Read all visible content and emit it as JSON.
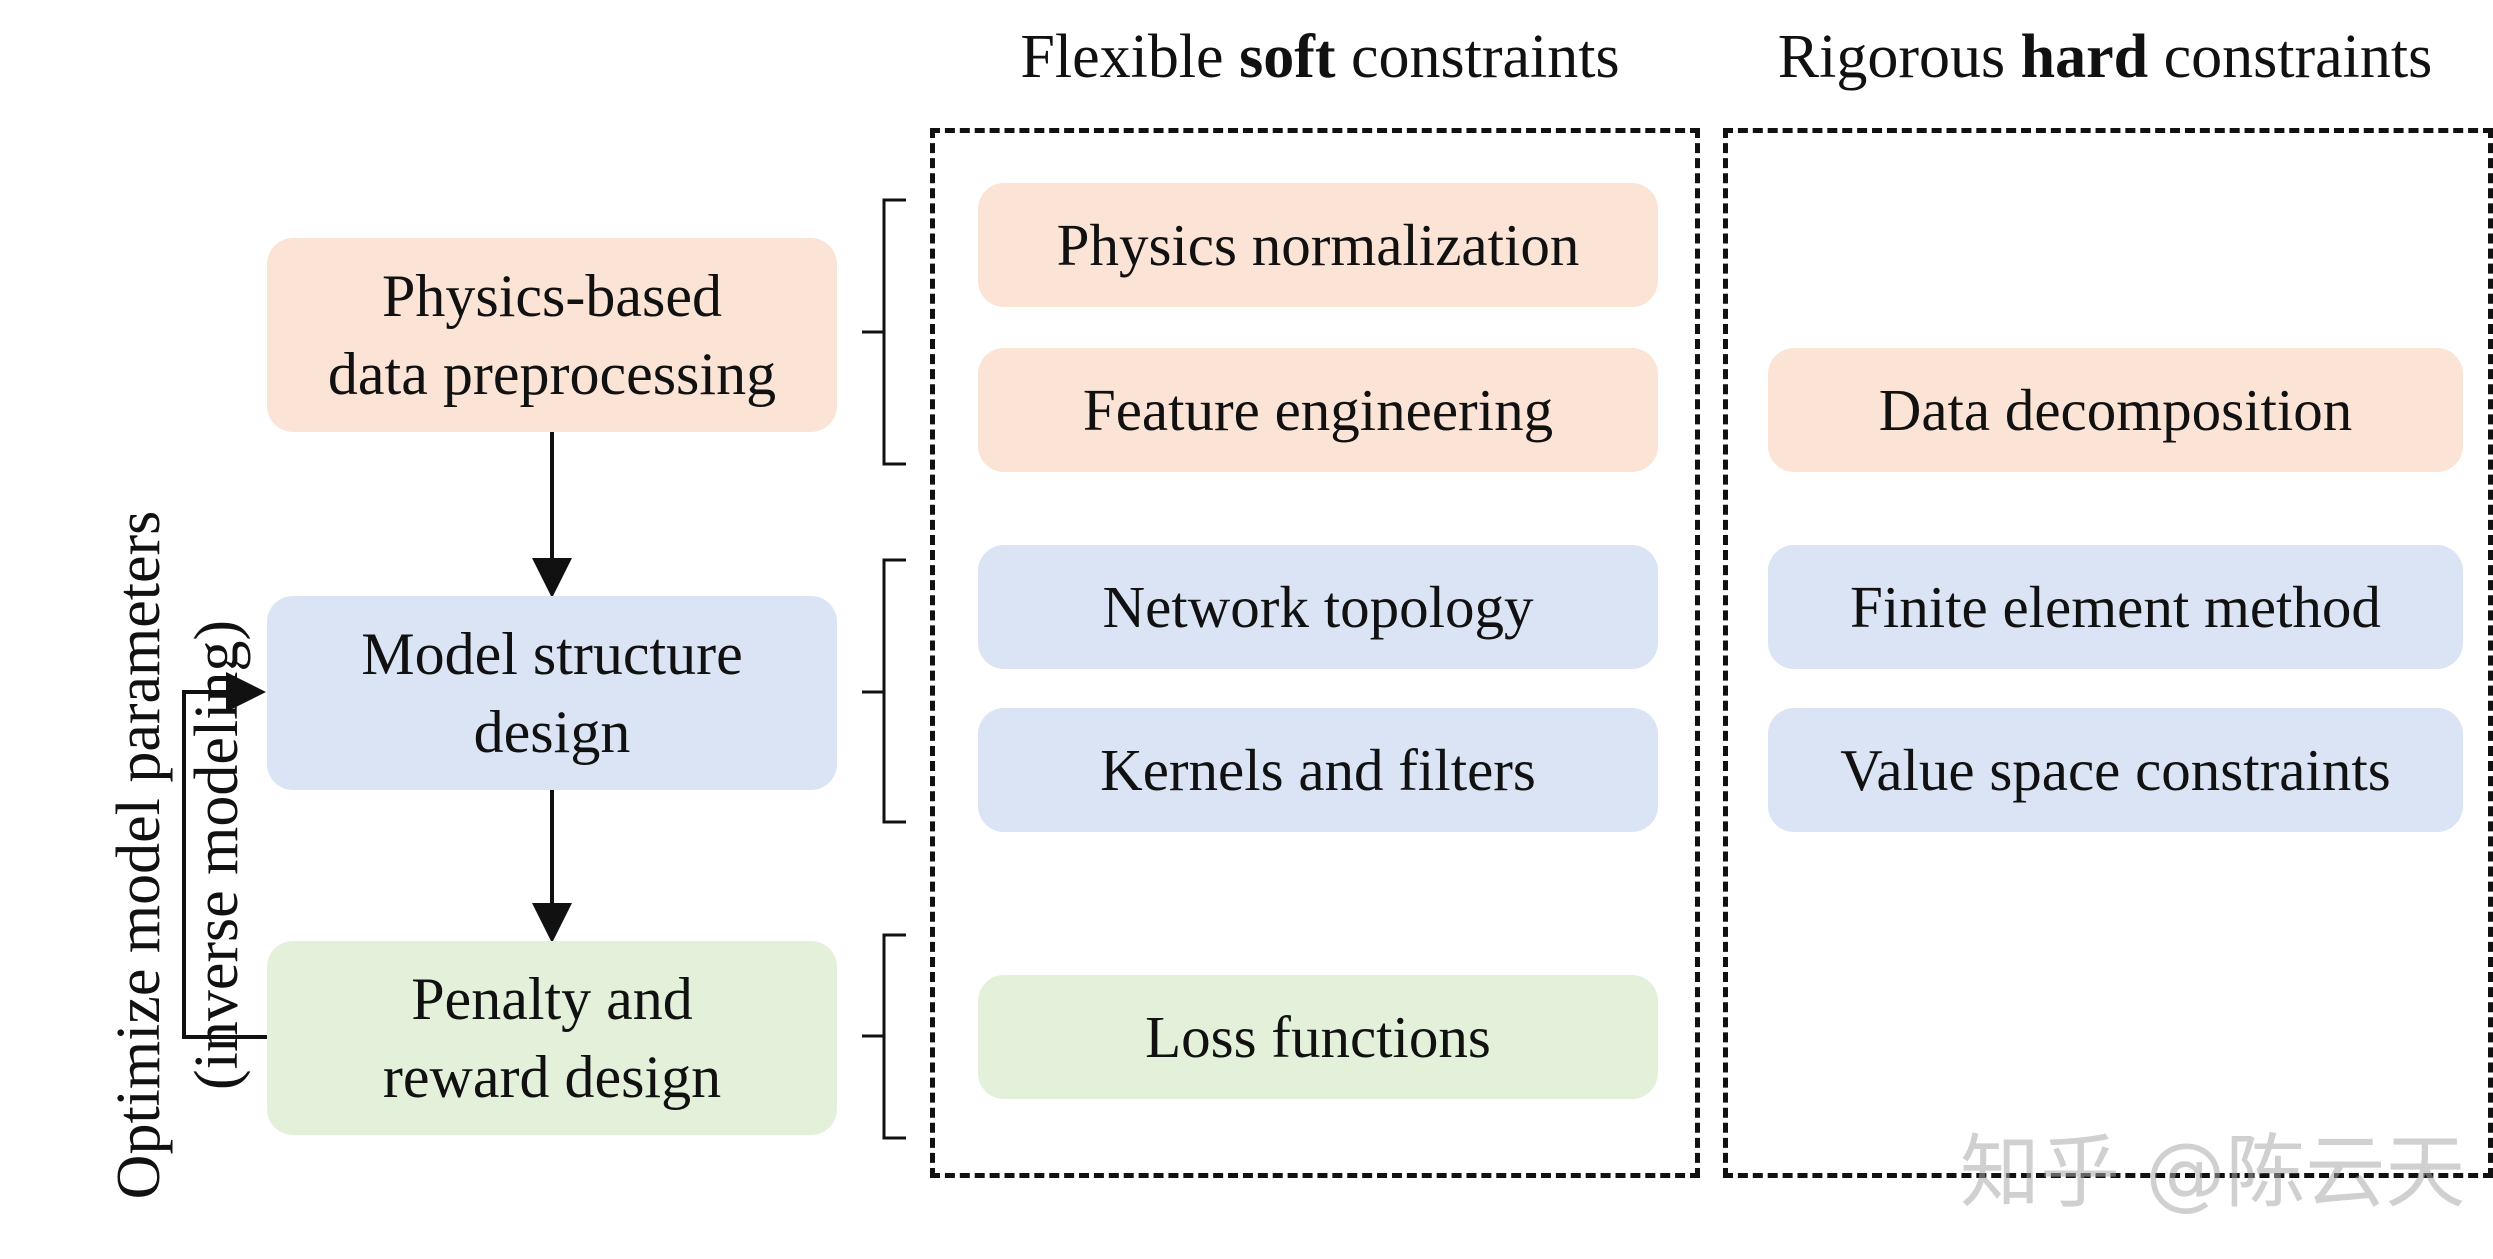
{
  "headers": {
    "soft_prefix": "Flexible ",
    "soft_bold": "soft",
    "soft_suffix": " constraints",
    "hard_prefix": "Rigorous ",
    "hard_bold": "hard",
    "hard_suffix": " constraints"
  },
  "stages": {
    "preprocessing": {
      "line1": "Physics-based",
      "line2": "data preprocessing"
    },
    "model": {
      "line1": "Model structure",
      "line2": "design"
    },
    "penalty": {
      "line1": "Penalty and",
      "line2": "reward design"
    }
  },
  "soft_items": {
    "physics_normalization": "Physics normalization",
    "feature_engineering": "Feature engineering",
    "network_topology": "Network topology",
    "kernels_filters": "Kernels and filters",
    "loss_functions": "Loss functions"
  },
  "hard_items": {
    "data_decomposition": "Data decomposition",
    "finite_element": "Finite element method",
    "value_space": "Value space constraints"
  },
  "side_label": {
    "line1": "Optimize model parameters",
    "line2": "(inverse modeling)"
  },
  "colors": {
    "orange": "#fbe4d6",
    "blue": "#dbe4f4",
    "green": "#e3f0da"
  },
  "watermark": "知乎 @陈云天"
}
